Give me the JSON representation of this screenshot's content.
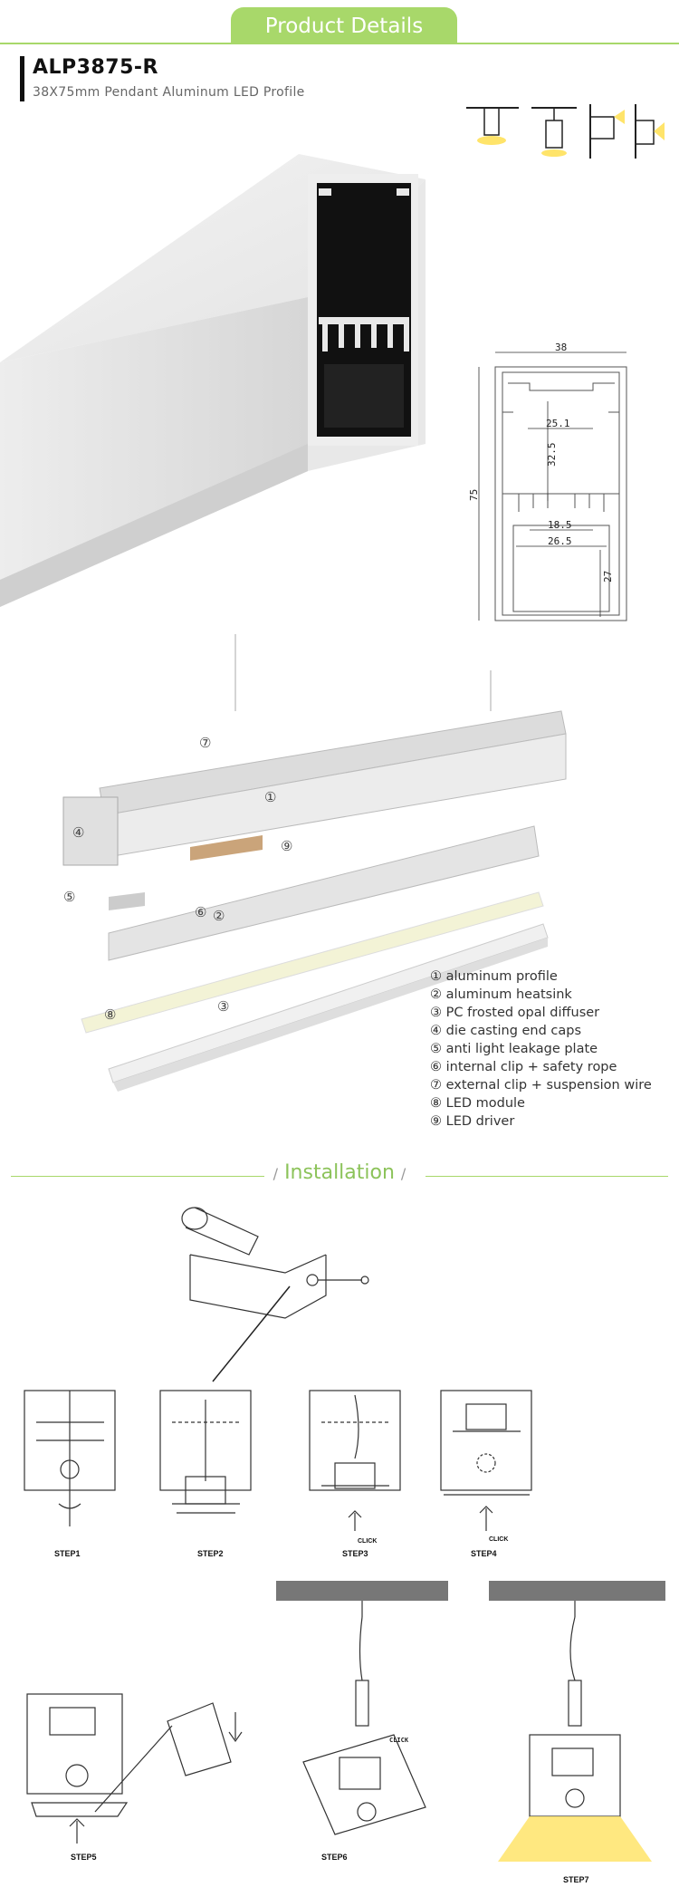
{
  "header": {
    "tab_label": "Product Details"
  },
  "product": {
    "model": "ALP3875-R",
    "description": "38X75mm Pendant Aluminum LED Profile"
  },
  "dimensions": {
    "width": "38",
    "height": "75",
    "inner_width": "25.1",
    "inner_depth": "32.5",
    "led_width": "18.5",
    "channel_width": "26.5",
    "lower_depth": "27"
  },
  "parts": [
    {
      "num": "①",
      "label": "aluminum profile"
    },
    {
      "num": "②",
      "label": "aluminum heatsink"
    },
    {
      "num": "③",
      "label": "PC frosted opal diffuser"
    },
    {
      "num": "④",
      "label": "die casting end caps"
    },
    {
      "num": "⑤",
      "label": "anti light leakage plate"
    },
    {
      "num": "⑥",
      "label": "internal clip + safety rope"
    },
    {
      "num": "⑦",
      "label": "external clip + suspension wire"
    },
    {
      "num": "⑧",
      "label": "LED module"
    },
    {
      "num": "⑨",
      "label": "LED driver"
    }
  ],
  "installation": {
    "title": "Installation",
    "slash": "/",
    "click": "CLICK",
    "steps": [
      "STEP1",
      "STEP2",
      "STEP3",
      "STEP4",
      "STEP5",
      "STEP6",
      "STEP7"
    ]
  }
}
